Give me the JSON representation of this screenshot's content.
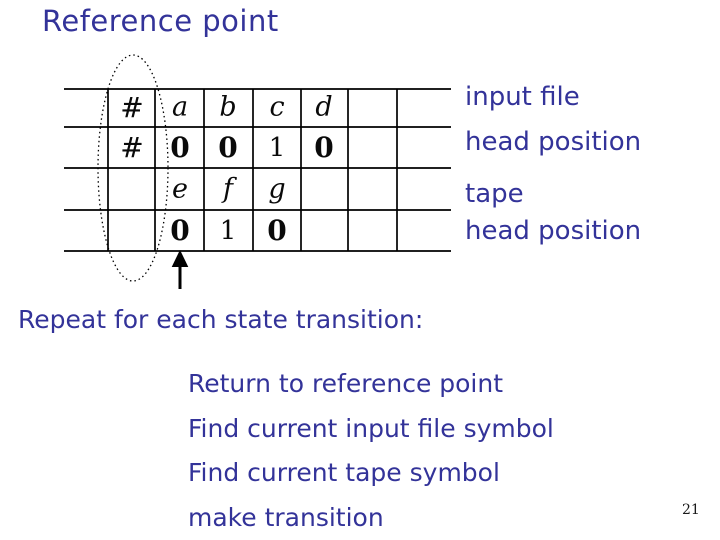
{
  "slide": {
    "title": "Reference point",
    "page_number": "21"
  },
  "colors": {
    "accent_text": "#333399",
    "table_ink": "#000000",
    "background": "#ffffff"
  },
  "tape_table": {
    "rows": [
      {
        "cells": [
          "#",
          "a",
          "b",
          "c",
          "d",
          "",
          ""
        ]
      },
      {
        "cells": [
          "#",
          "0",
          "0",
          "1",
          "0",
          "",
          ""
        ]
      },
      {
        "cells": [
          "",
          "e",
          "f",
          "g",
          "",
          "",
          ""
        ]
      },
      {
        "cells": [
          "",
          "0",
          "1",
          "0",
          "",
          "",
          ""
        ]
      }
    ]
  },
  "row_labels": {
    "items": [
      "input file",
      "head position",
      "tape",
      "head position"
    ]
  },
  "annotations": {
    "reference_column_marker": "dotted-ellipse-highlight",
    "reference_pointer": "up-arrow"
  },
  "repeat_line": {
    "text": "Repeat for each state transition:"
  },
  "steps": {
    "items": [
      "Return to reference point",
      "Find current input file symbol",
      "Find current tape symbol",
      "make transition"
    ]
  }
}
